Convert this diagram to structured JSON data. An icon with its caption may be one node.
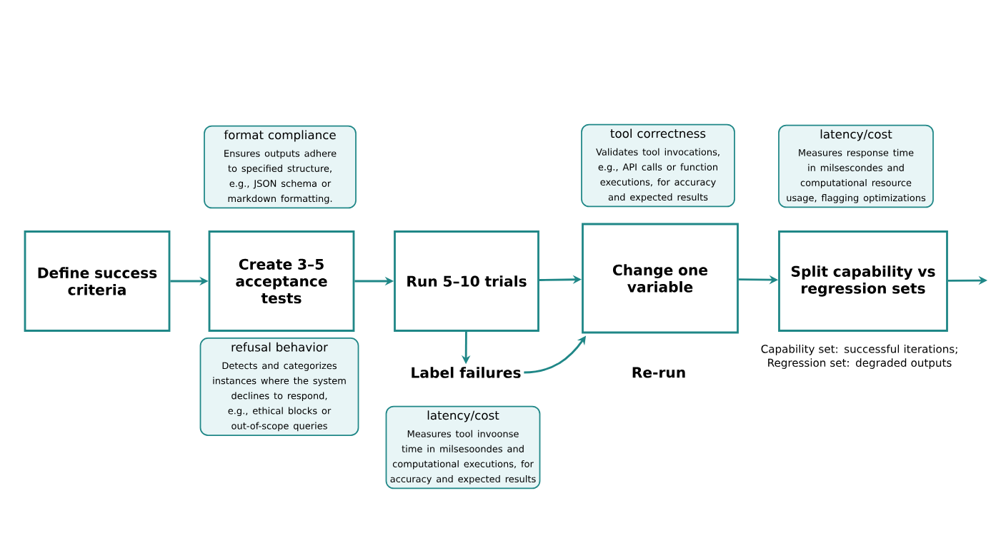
{
  "diagram": {
    "nodes": [
      {
        "text": [
          "Define success criteria"
        ]
      },
      {
        "text": [
          "Create 3–5 acceptance tests"
        ]
      },
      {
        "text": [
          "Run 5–10 trials"
        ]
      },
      {
        "text": [
          "Change one variable"
        ]
      },
      {
        "text": [
          "Split capability vs regression sets"
        ],
        "beside": [
          "Capability set: successful iterations; Regression set: degraded outputs"
        ]
      },
      {
        "text": [
          "format compliance",
          "Ensures outputs adhere to specified structure, e.g., JSON schema or markdown formatting."
        ]
      },
      {
        "text": [
          "refusal behavior",
          "Detects and categorizes instances where the system declines to respond, e.g., ethical blocks or out-of-scope queries"
        ]
      },
      {
        "text": [
          "latency/cost",
          "Measures tool invoonse time in milsesoondes and computational executions, for accuracy and expected results"
        ]
      },
      {
        "text": [
          "tool correctness",
          "Validates tool invocations, e.g., API calls or function executions, for accuracy and expected results"
        ]
      },
      {
        "text": [
          "latency/cost",
          "Measures response time in milsescondes and computational resource usage, flagging optimizations"
        ]
      },
      {
        "text": [
          "Label failures"
        ]
      }
    ],
    "edges": [
      {
        "from": 0,
        "to": 1,
        "arrow": "to"
      },
      {
        "from": 1,
        "to": 2,
        "arrow": "to"
      },
      {
        "from": 2,
        "to": 3,
        "arrow": "to"
      },
      {
        "from": 3,
        "to": 4,
        "arrow": "to"
      },
      {
        "from": 4,
        "to": null,
        "arrow": "to"
      },
      {
        "from": 2,
        "to": 10,
        "arrow": "to"
      },
      {
        "from": 10,
        "to": 3,
        "arrow": "to"
      }
    ],
    "labels": [
      "Re-run"
    ]
  }
}
